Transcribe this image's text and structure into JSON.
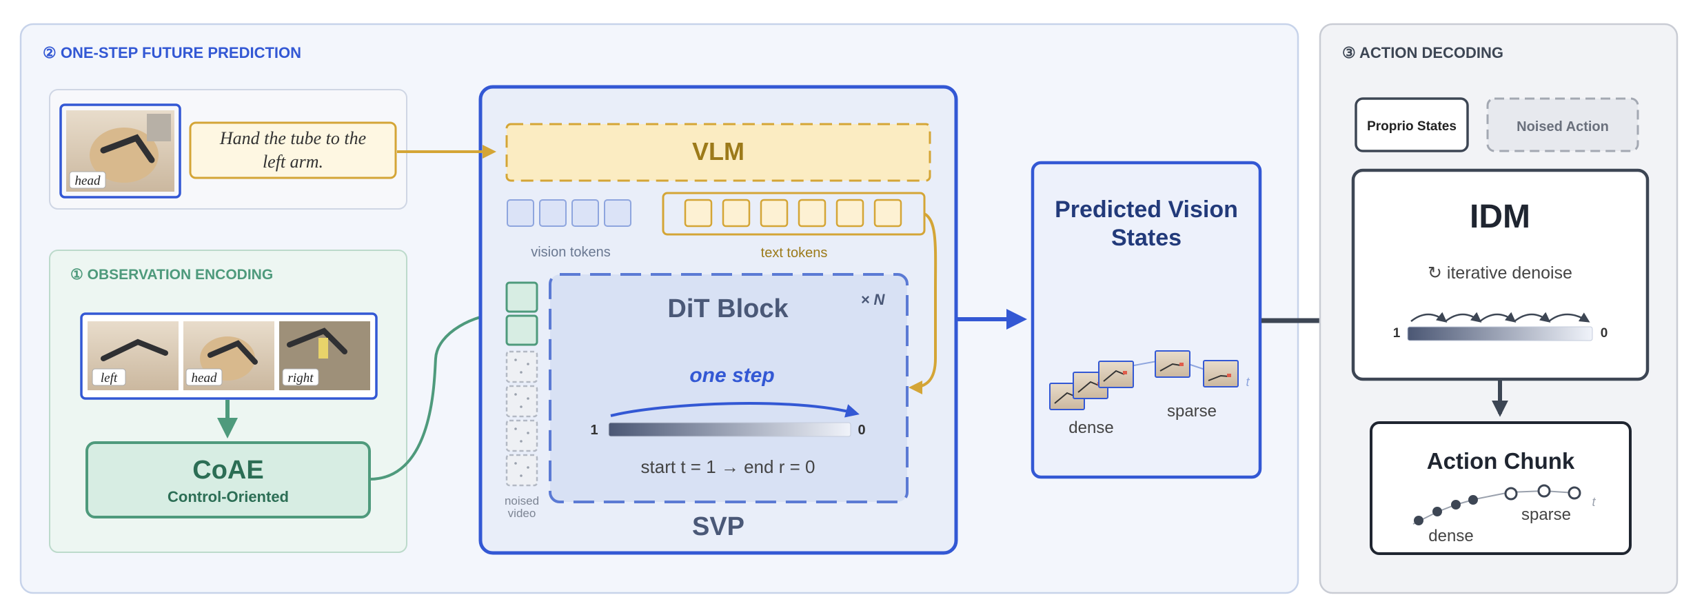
{
  "panels": {
    "prediction": {
      "title": "② ONE-STEP FUTURE PREDICTION"
    },
    "observation": {
      "title": "① OBSERVATION ENCODING"
    },
    "decoding": {
      "title": "③ ACTION DECODING"
    }
  },
  "instruction": {
    "camera_label": "head",
    "text_line1": "Hand the tube to the",
    "text_line2": "left arm."
  },
  "observation": {
    "cameras": [
      "left",
      "head",
      "right"
    ],
    "coae_title": "CoAE",
    "coae_subtitle": "Control-Oriented"
  },
  "svp": {
    "vlm_label": "VLM",
    "vision_tokens_label": "vision tokens",
    "text_tokens_label": "text tokens",
    "noised_video_line1": "noised",
    "noised_video_line2": "video",
    "dit_title": "DiT Block",
    "dit_repeat": "× N",
    "one_step_label": "one step",
    "schedule_start": "1",
    "schedule_end": "0",
    "schedule_caption": "start t = 1 → end r = 0",
    "svp_label": "SVP"
  },
  "predicted": {
    "title_line1": "Predicted Vision",
    "title_line2": "States",
    "dense_label": "dense",
    "sparse_label": "sparse",
    "time_label": "t"
  },
  "decoding": {
    "proprio_label": "Proprio States",
    "noised_action_label": "Noised Action",
    "idm_title": "IDM",
    "iterative_label": "↻ iterative denoise",
    "scale_start": "1",
    "scale_end": "0",
    "action_chunk_title": "Action Chunk",
    "dense_label": "dense",
    "sparse_label": "sparse",
    "time_label": "t"
  },
  "colors": {
    "blue": "#3358d4",
    "gold": "#d4a536",
    "green": "#4e9a7c",
    "dark": "#3d4654",
    "panel_bg": "#f3f6fc",
    "decode_bg": "#f2f3f6"
  }
}
